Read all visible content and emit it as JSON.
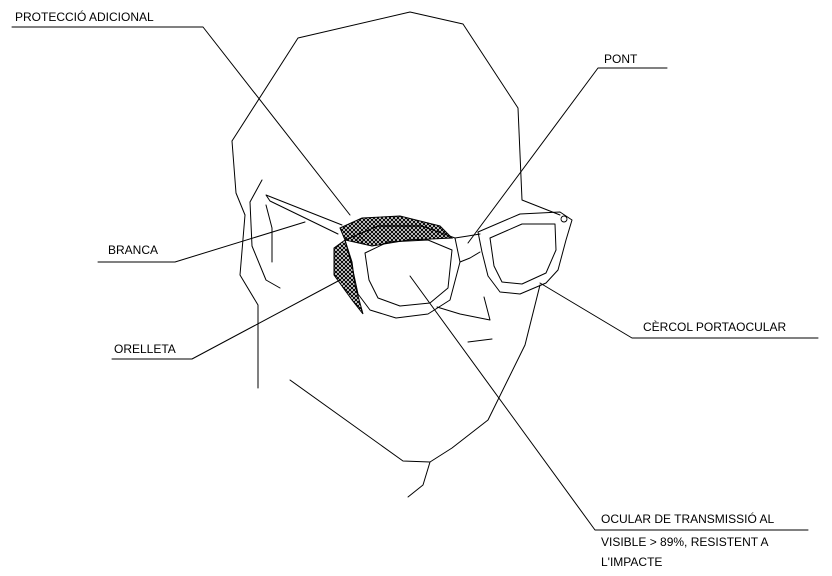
{
  "labels": {
    "proteccio_adicional": "PROTECCIÓ ADICIONAL",
    "pont": "PONT",
    "branca": "BRANCA",
    "orelleta": "ORELLETA",
    "cercol": "CÈRCOL PORTAOCULAR",
    "ocular_line1": "OCULAR DE TRANSMISSIÓ AL",
    "ocular_line2": "VISIBLE > 89%, RESISTENT A",
    "ocular_line3": "L'IMPACTE"
  },
  "colors": {
    "line": "#000000",
    "background": "#ffffff"
  }
}
